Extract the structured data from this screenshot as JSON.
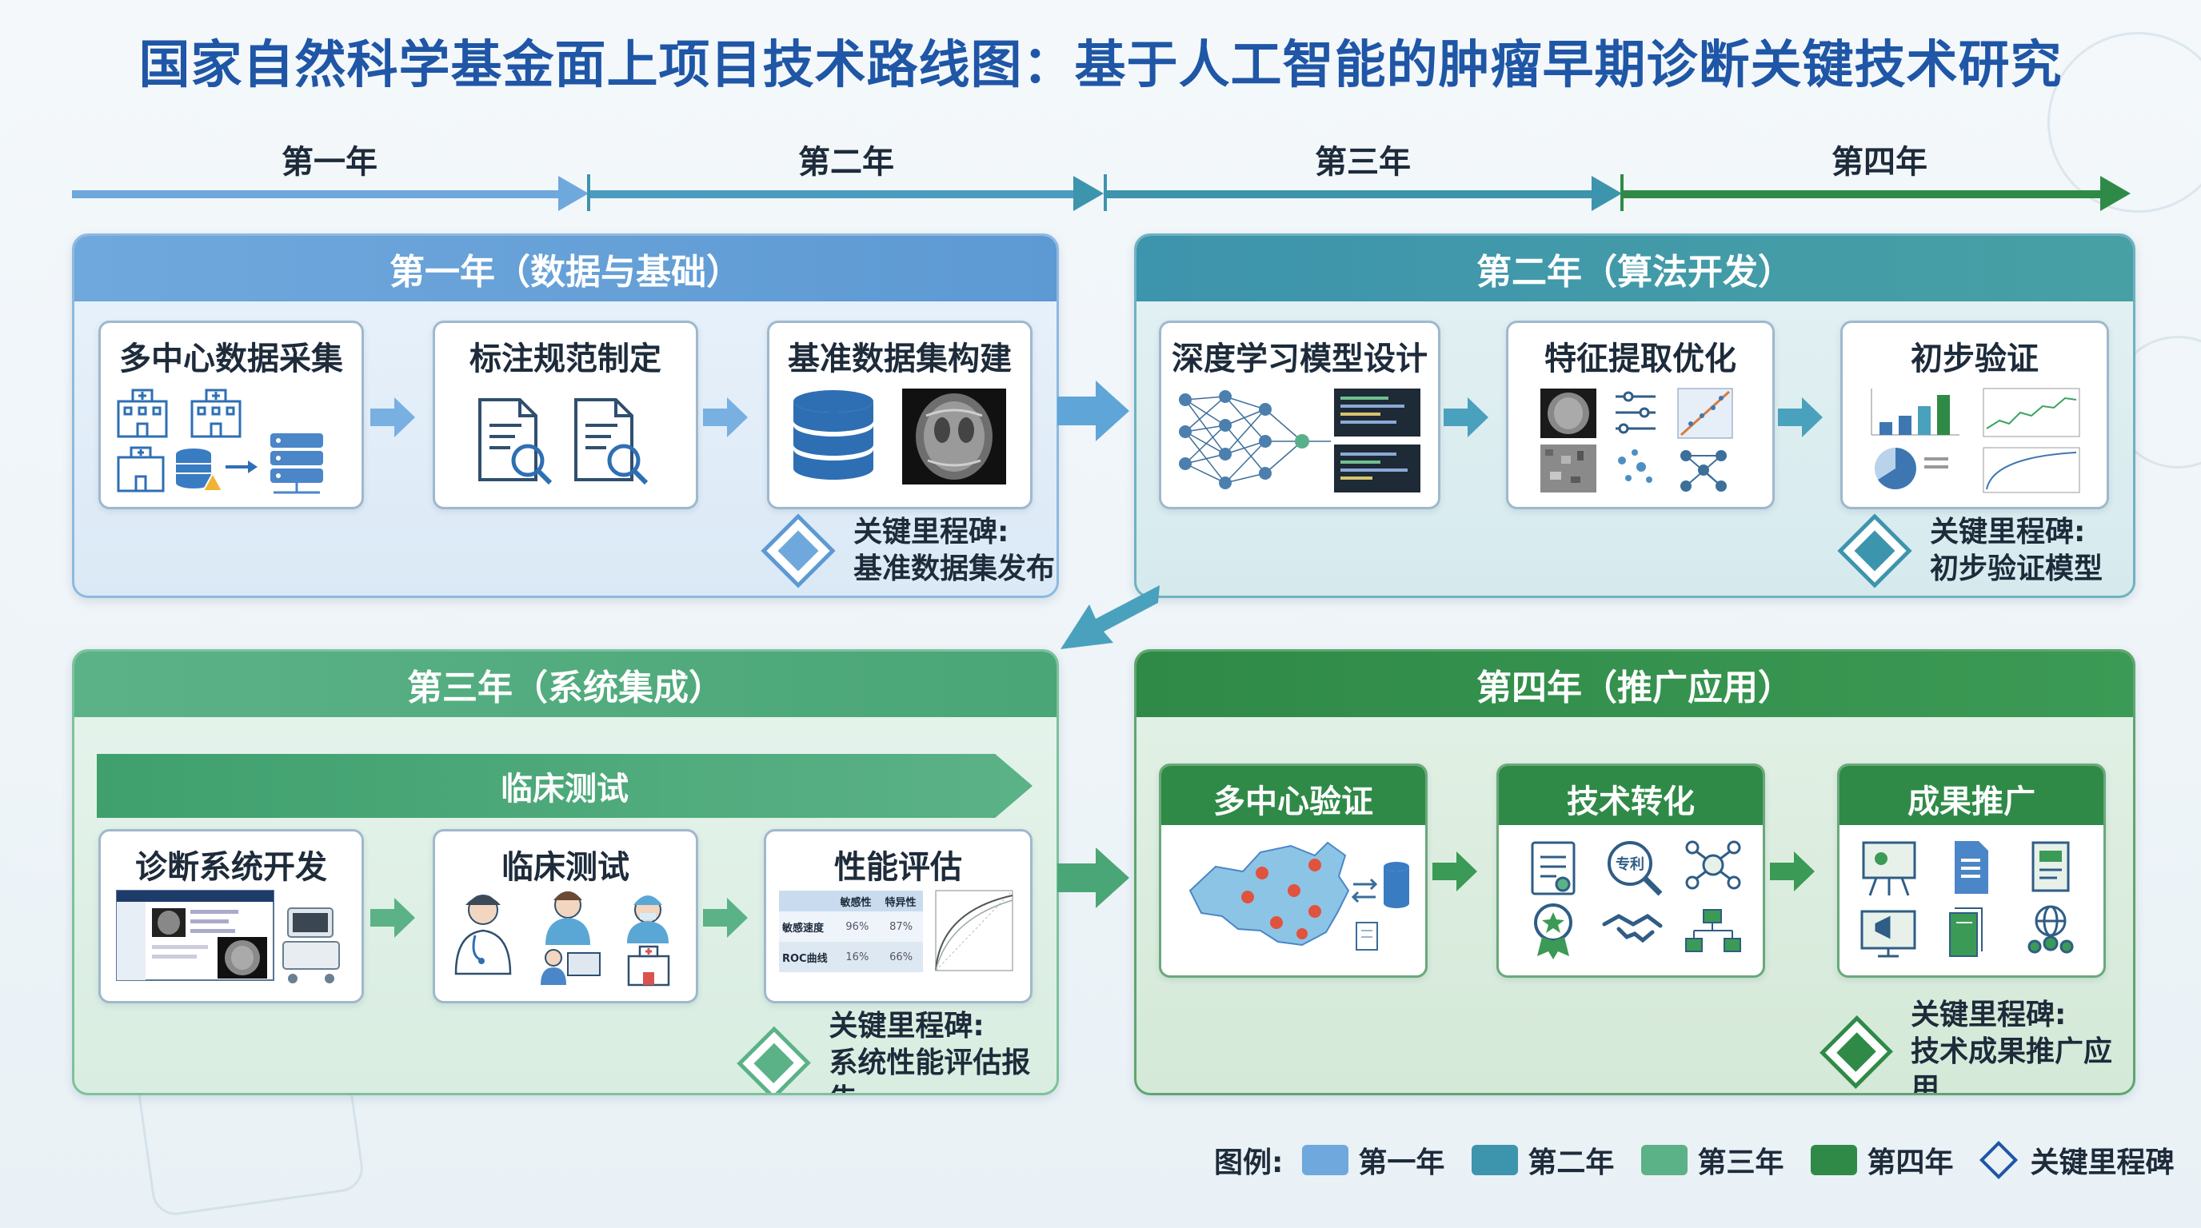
{
  "title": "国家自然科学基金面上项目技术路线图：基于人工智能的肿瘤早期诊断关键技术研究",
  "timeline": [
    "第一年",
    "第二年",
    "第三年",
    "第四年"
  ],
  "colors": {
    "year1": "#6fa8dc",
    "year2": "#3d94ad",
    "year3": "#5bb287",
    "year4": "#2f8a47",
    "title": "#1f56a6"
  },
  "year1": {
    "header": "第一年（数据与基础）",
    "steps": [
      "多中心数据采集",
      "标注规范制定",
      "基准数据集构建"
    ],
    "milestone": [
      "关键里程碑:",
      "基准数据集发布"
    ]
  },
  "year2": {
    "header": "第二年（算法开发）",
    "steps": [
      "深度学习模型设计",
      "特征提取优化",
      "初步验证"
    ],
    "milestone": [
      "关键里程碑:",
      "初步验证模型"
    ]
  },
  "year3": {
    "header": "第三年（系统集成）",
    "banner": "临床测试",
    "steps": [
      "诊断系统开发",
      "临床测试",
      "性能评估"
    ],
    "milestone": [
      "关键里程碑:",
      "系统性能评估报告"
    ],
    "eval_table": {
      "headers": [
        "敏感性",
        "特异性"
      ],
      "rows": [
        [
          "敏感速度",
          "96%",
          "87%"
        ],
        [
          "ROC曲线",
          "16%",
          "66%"
        ]
      ]
    }
  },
  "year4": {
    "header": "第四年（推广应用）",
    "steps": [
      "多中心验证",
      "技术转化",
      "成果推广"
    ],
    "milestone": [
      "关键里程碑:",
      "技术成果推广应用"
    ],
    "patent_label": "专利"
  },
  "legend": {
    "title": "图例:",
    "items": [
      "第一年",
      "第二年",
      "第三年",
      "第四年"
    ],
    "milestone": "关键里程碑"
  }
}
